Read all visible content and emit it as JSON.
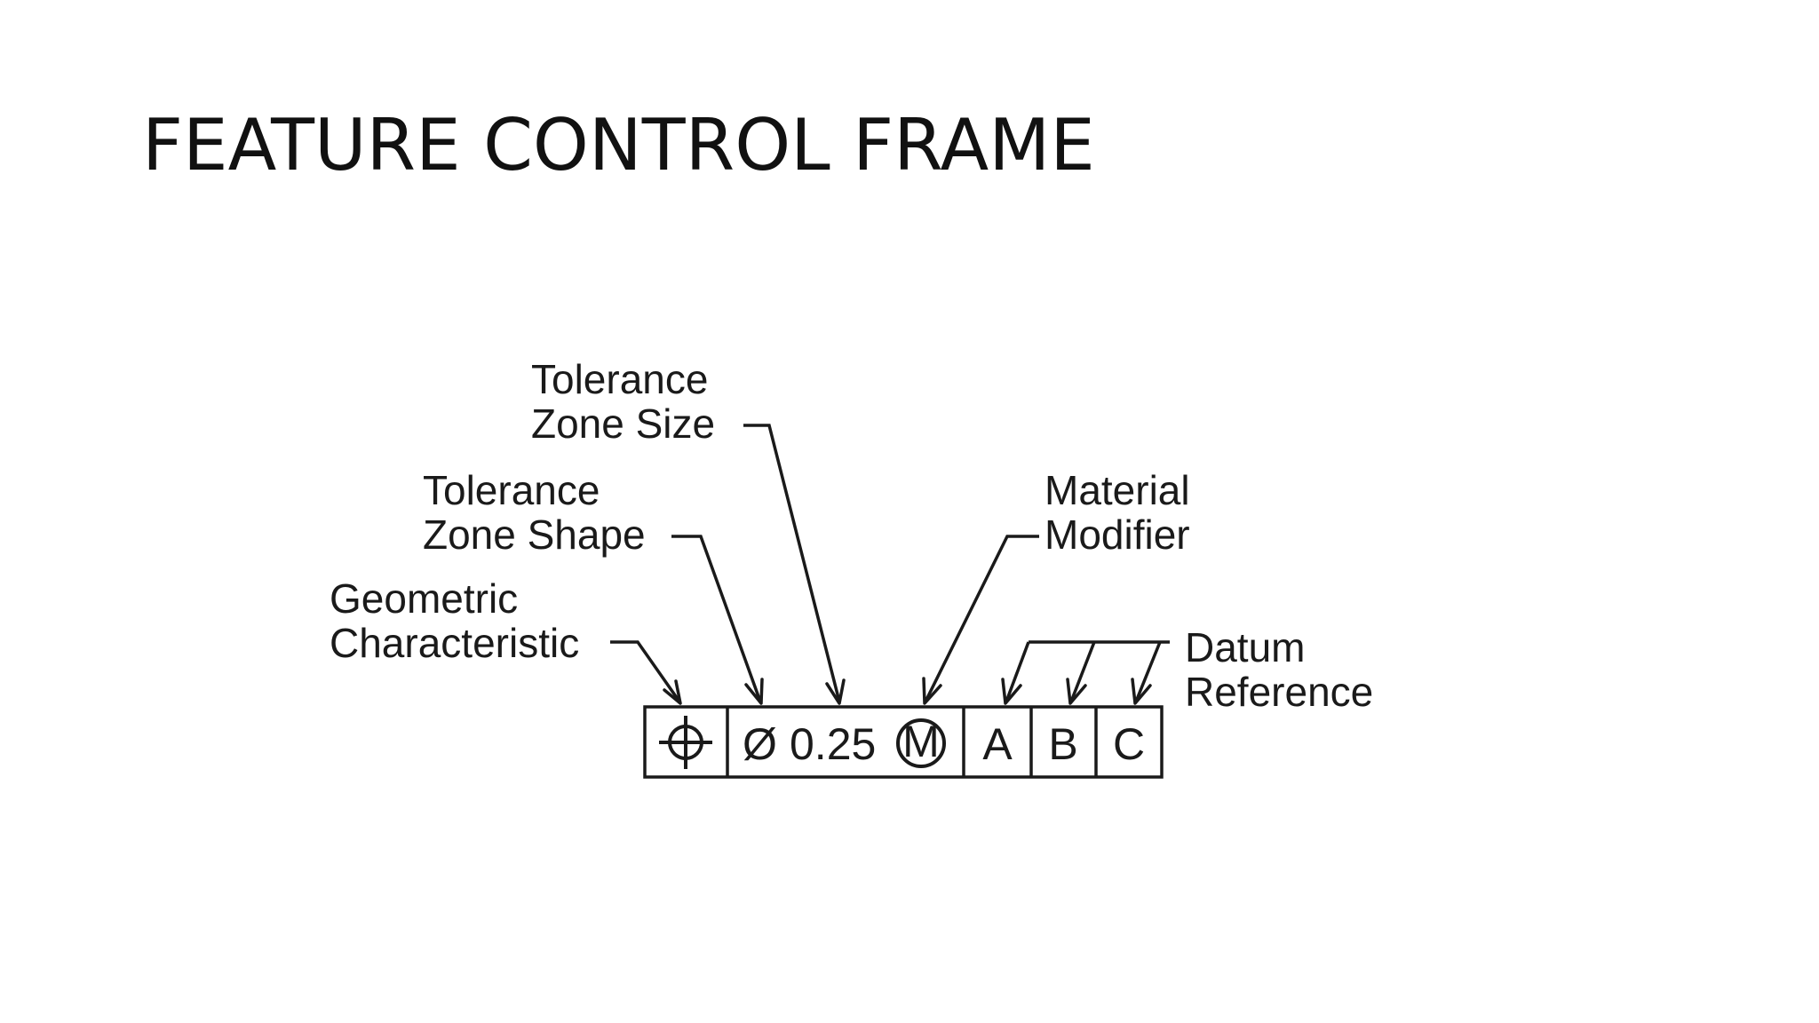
{
  "slide": {
    "title": "FEATURE CONTROL FRAME"
  },
  "callouts": {
    "tolerance_zone_size": [
      "Tolerance",
      "Zone Size"
    ],
    "tolerance_zone_shape": [
      "Tolerance",
      "Zone Shape"
    ],
    "geometric_characteristic": [
      "Geometric",
      "Characteristic"
    ],
    "material_modifier": [
      "Material",
      "Modifier"
    ],
    "datum_reference": [
      "Datum",
      "Reference"
    ]
  },
  "frame": {
    "characteristic_icon": "position-icon",
    "shape_symbol": "Ø",
    "tolerance_value": "0.25",
    "modifier_letter": "M",
    "datums": [
      "A",
      "B",
      "C"
    ]
  },
  "colors": {
    "ink": "#1a1a1a",
    "background": "#ffffff"
  }
}
